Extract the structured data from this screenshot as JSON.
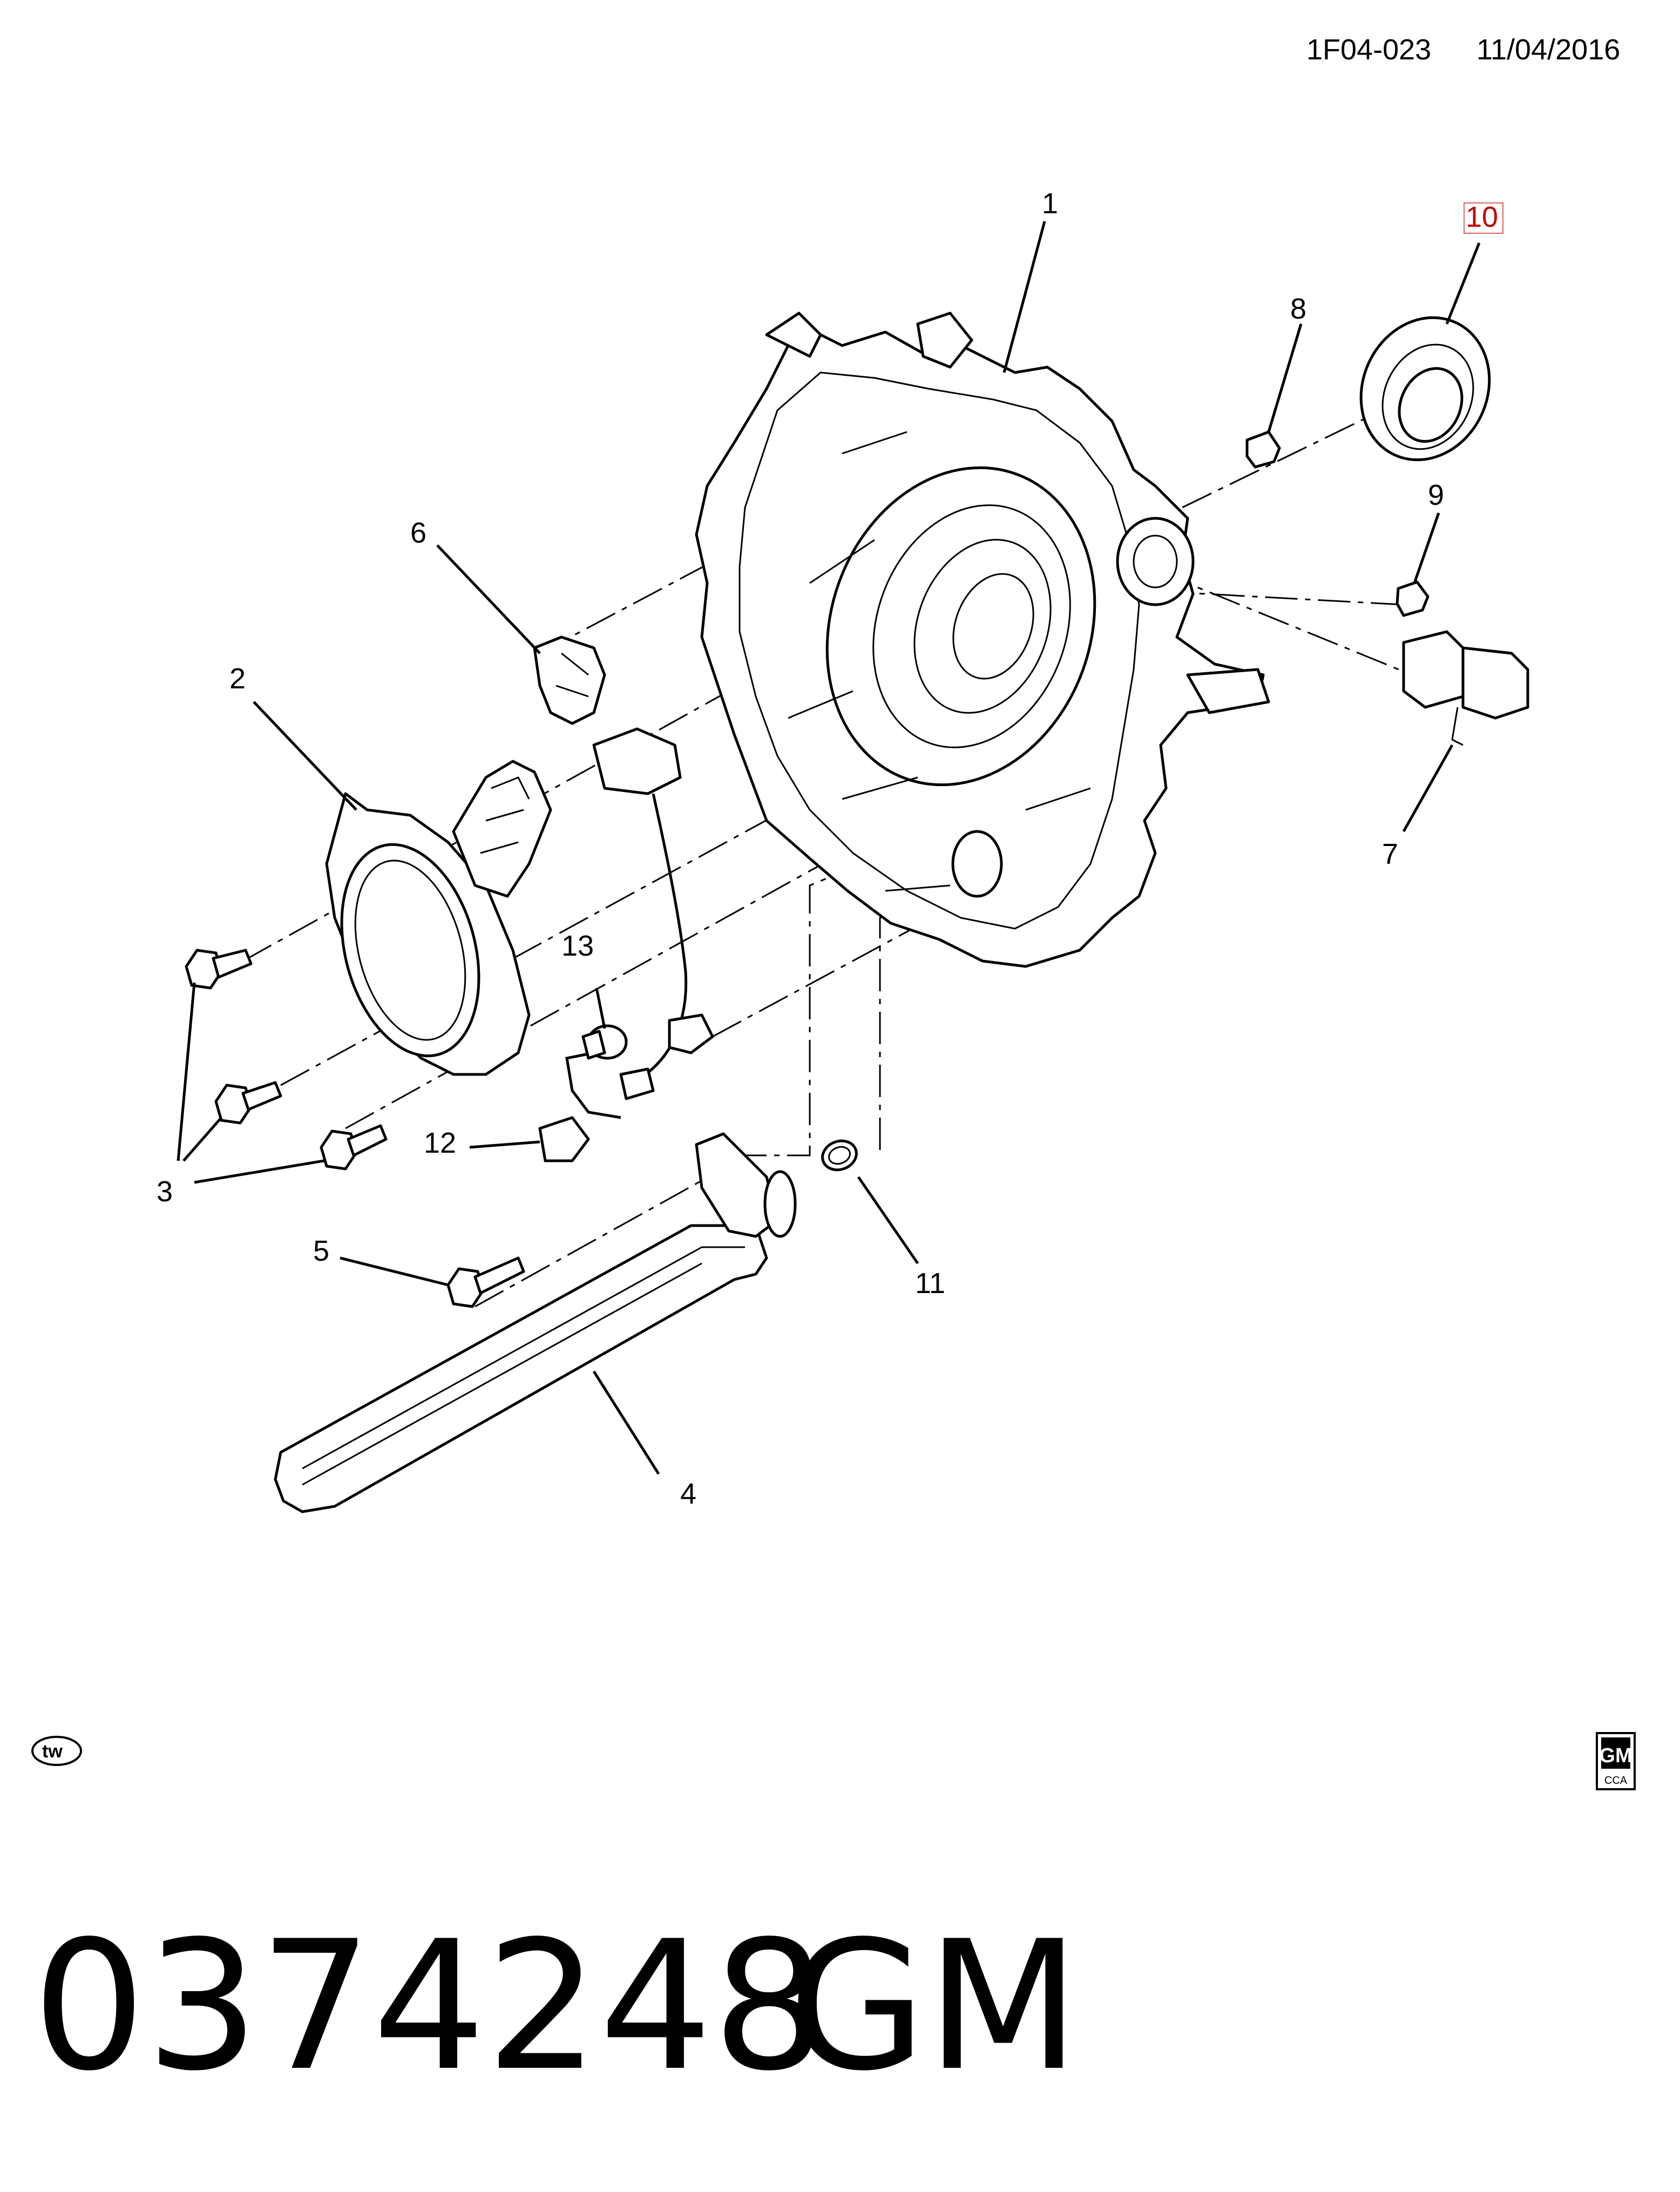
{
  "header": {
    "illustration_code": "1F04-023",
    "date": "11/04/2016"
  },
  "callouts": {
    "c1": "1",
    "c2": "2",
    "c3": "3",
    "c4": "4",
    "c5": "5",
    "c6": "6",
    "c7": "7",
    "c8": "8",
    "c9": "9",
    "c10": "10",
    "c11": "11",
    "c12": "12",
    "c13": "13"
  },
  "footer": {
    "tw_mark": "tw",
    "logo_text": "GM",
    "logo_subtext": "CCA",
    "part_number": "0374248",
    "brand": "GM"
  }
}
